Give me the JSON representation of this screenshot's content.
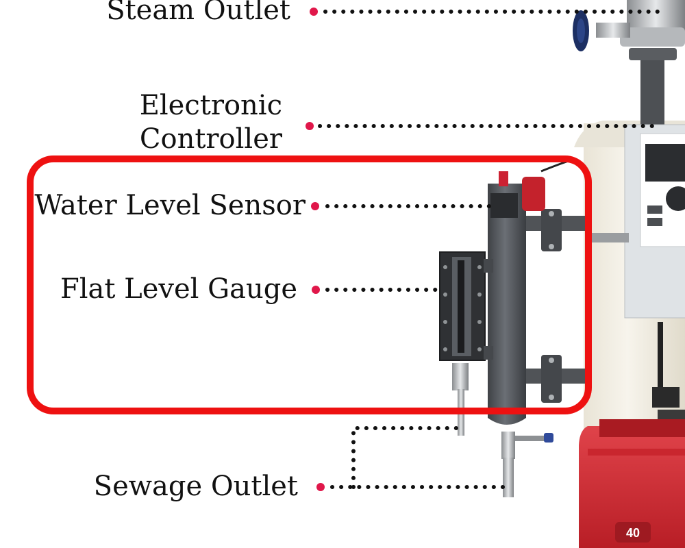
{
  "labels": {
    "steam_outlet": "Steam Outlet",
    "electronic_controller_line1": "Electronic",
    "electronic_controller_line2": "Controller",
    "water_level_sensor": "Water Level Sensor",
    "flat_level_gauge": "Flat Level Gauge",
    "sewage_outlet": "Sewage Outlet"
  },
  "burner_badge": "40",
  "colors": {
    "highlight_frame": "#ee1111",
    "marker_dot": "#e0174a",
    "leader_dots": "#111111",
    "boiler_body": "#f2eee3",
    "burner": "#d52a32",
    "column": "#5a5d62"
  },
  "icons": [
    "valve-handwheel-icon"
  ]
}
